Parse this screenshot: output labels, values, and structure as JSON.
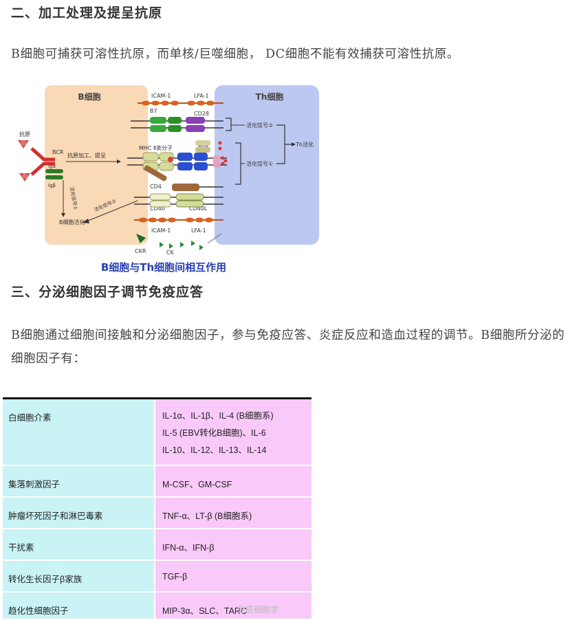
{
  "section2": {
    "heading": "二、加工处理及提呈抗原",
    "paragraph": "B细胞可捕获可溶性抗原，而单核/巨噬细胞， DC细胞不能有效捕获可溶性抗原。"
  },
  "figure": {
    "b_cell": "B细胞",
    "th_cell": "Th细胞",
    "antigen": "抗原",
    "bcr": "BCR",
    "ig_alpha": "Igα",
    "ig_beta": "Igβ",
    "process_label": "抗原加工、提呈",
    "icam1_top": "ICAM-1",
    "lfa1_top": "LFA-1",
    "b7": "B7",
    "cd28": "CD28",
    "mhc": "MHC Ⅱ类分子",
    "tcr": "TCR",
    "cd4": "CD4",
    "cd40": "CD40",
    "cd40l": "CD40L",
    "icam1_bottom": "ICAM-1",
    "lfa1_bottom": "LFA-1",
    "signal2": "活化信号②",
    "signal1": "活化信号①",
    "th_activation": "Th活化",
    "activation_signal1_left": "活化信号①",
    "activation_signal2_left": "活化信号②",
    "b_activation": "B细胞活化",
    "ckr": "CKR",
    "ck": "CK",
    "caption": "B细胞与Th细胞间相互作用",
    "colors": {
      "b_cell_fill": "#f9d9b6",
      "th_cell_fill": "#bdc8f0",
      "caption": "#2a3fb6"
    }
  },
  "section3": {
    "heading": "三、分泌细胞因子调节免疫应答",
    "paragraph": "B细胞通过细胞间接触和分泌细胞因子，参与免疫应答、炎症反应和造血过程的调节。B细胞所分泌的细胞因子有："
  },
  "table": {
    "rows": [
      {
        "category": "白细胞介素",
        "lines": [
          "IL-1α、IL-1β、IL-4 (B细胞系)",
          "IL-5 (EBV转化B细胞)、IL-6",
          "IL-10、IL-12、IL-13、IL-14"
        ]
      },
      {
        "category": "集落刺激因子",
        "lines": [
          "M-CSF、GM-CSF"
        ]
      },
      {
        "category": "肿瘤坏死因子和淋巴毒素",
        "lines": [
          "TNF-α、LT-β (B细胞系)"
        ]
      },
      {
        "category": "干扰素",
        "lines": [
          "IFN-α、IFN-β"
        ]
      },
      {
        "category": "转化生长因子β家族",
        "lines": [
          "TGF-β"
        ]
      },
      {
        "category": "趋化性细胞因子",
        "lines": [
          "MIP-3α、SLC、TARC"
        ]
      }
    ],
    "colors": {
      "left": "#c9f3f5",
      "right": "#f9c9f9"
    }
  },
  "watermark": "免疫细胞学"
}
